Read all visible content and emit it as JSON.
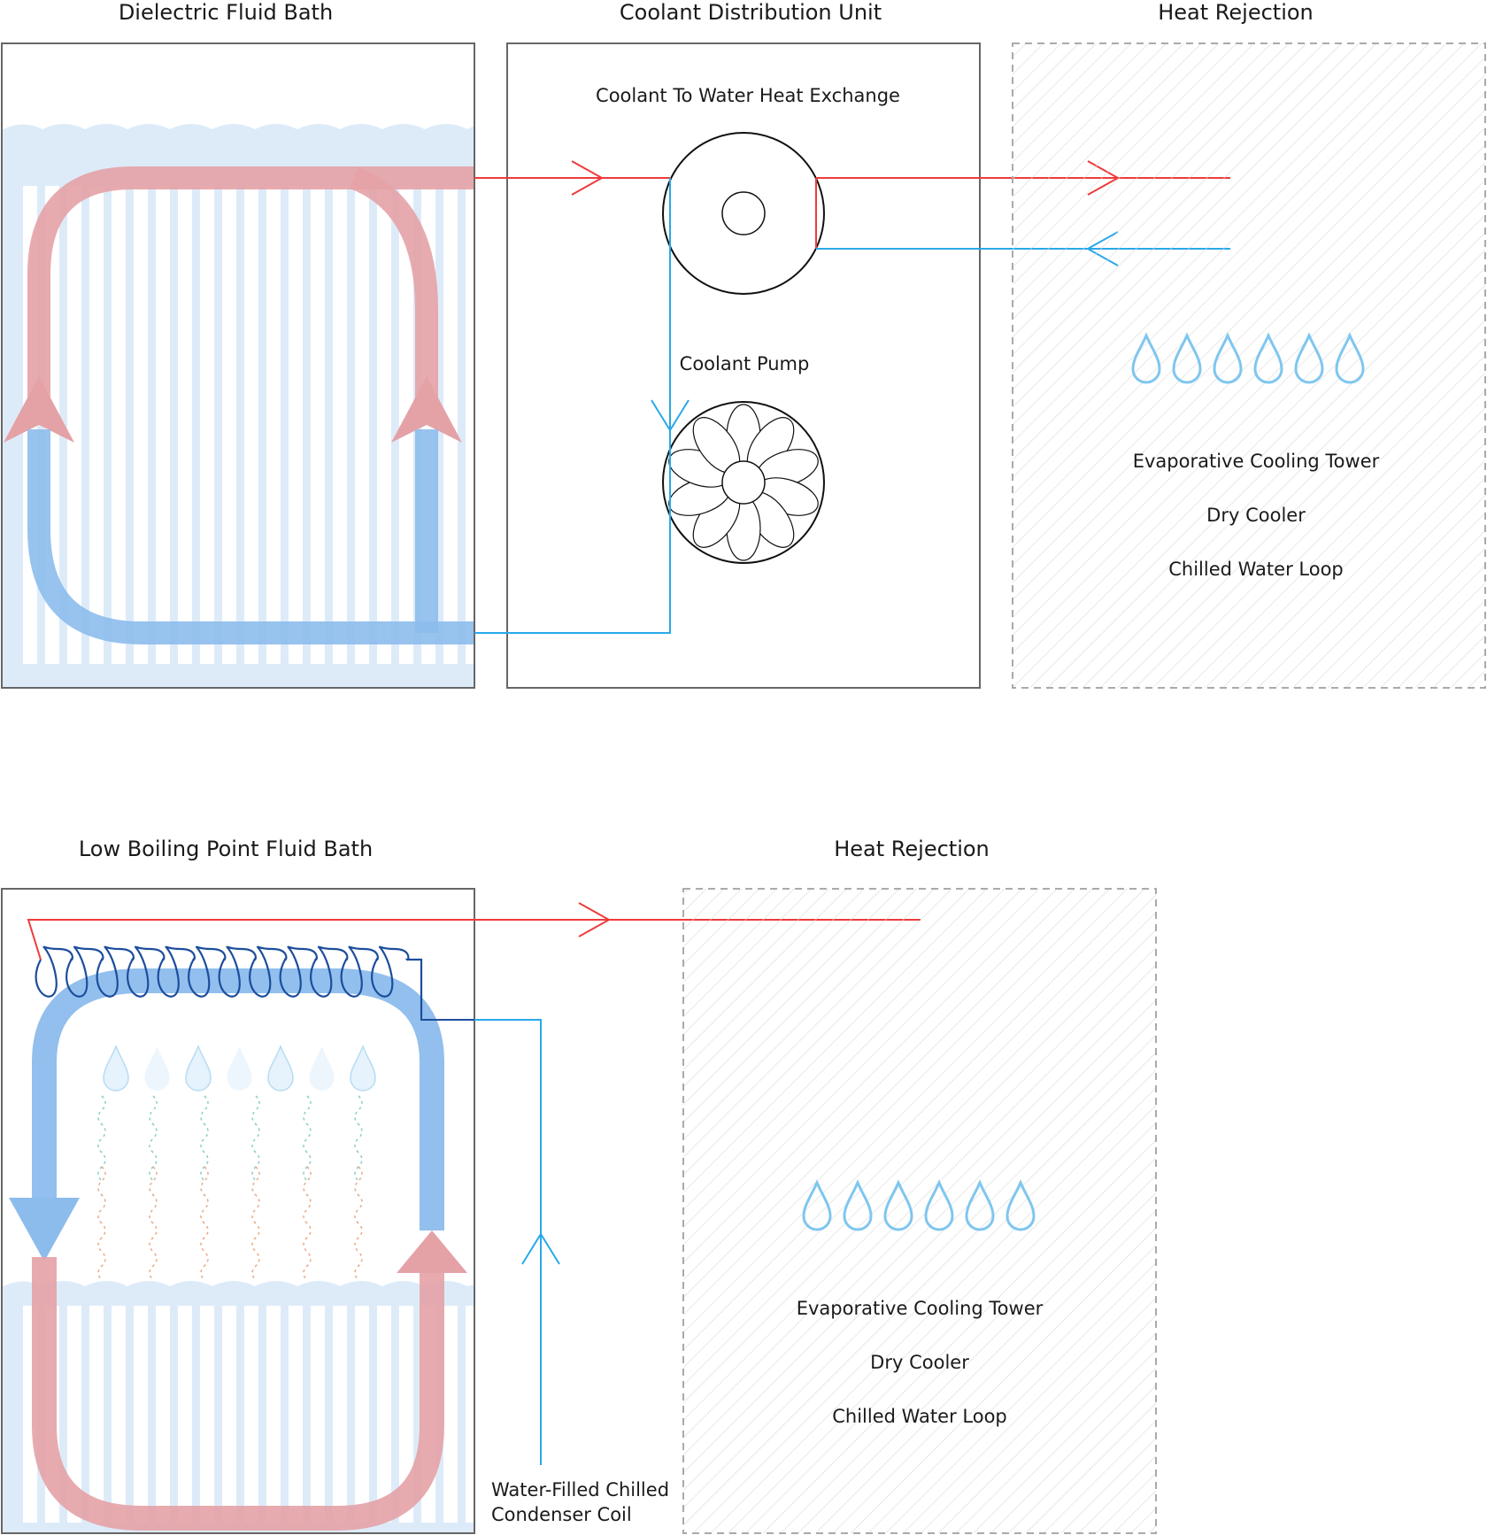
{
  "system1": {
    "bath_title": "Dielectric Fluid Bath",
    "cdu_title": "Coolant Distribution Unit",
    "rejection_title": "Heat Rejection",
    "heat_exchanger_label": "Coolant To Water Heat Exchange",
    "pump_label": "Coolant Pump",
    "rejection_options": [
      "Evaporative Cooling Tower",
      "Dry Cooler",
      "Chilled Water Loop"
    ]
  },
  "system2": {
    "bath_title": "Low Boiling Point Fluid Bath",
    "rejection_title": "Heat Rejection",
    "condenser_label_line1": "Water-Filled Chilled",
    "condenser_label_line2": "Condenser Coil",
    "rejection_options": [
      "Evaporative Cooling Tower",
      "Dry Cooler",
      "Chilled Water Loop"
    ]
  },
  "colors": {
    "hot_line": "#ee3b3b",
    "cold_line": "#29a8e8",
    "hot_flow": "#e4a2a6",
    "cold_flow": "#8cbcec",
    "fluid": "#ddebf9",
    "coil": "#1c4d9c",
    "droplet": "#7fc6ef",
    "box_stroke": "#666666"
  }
}
